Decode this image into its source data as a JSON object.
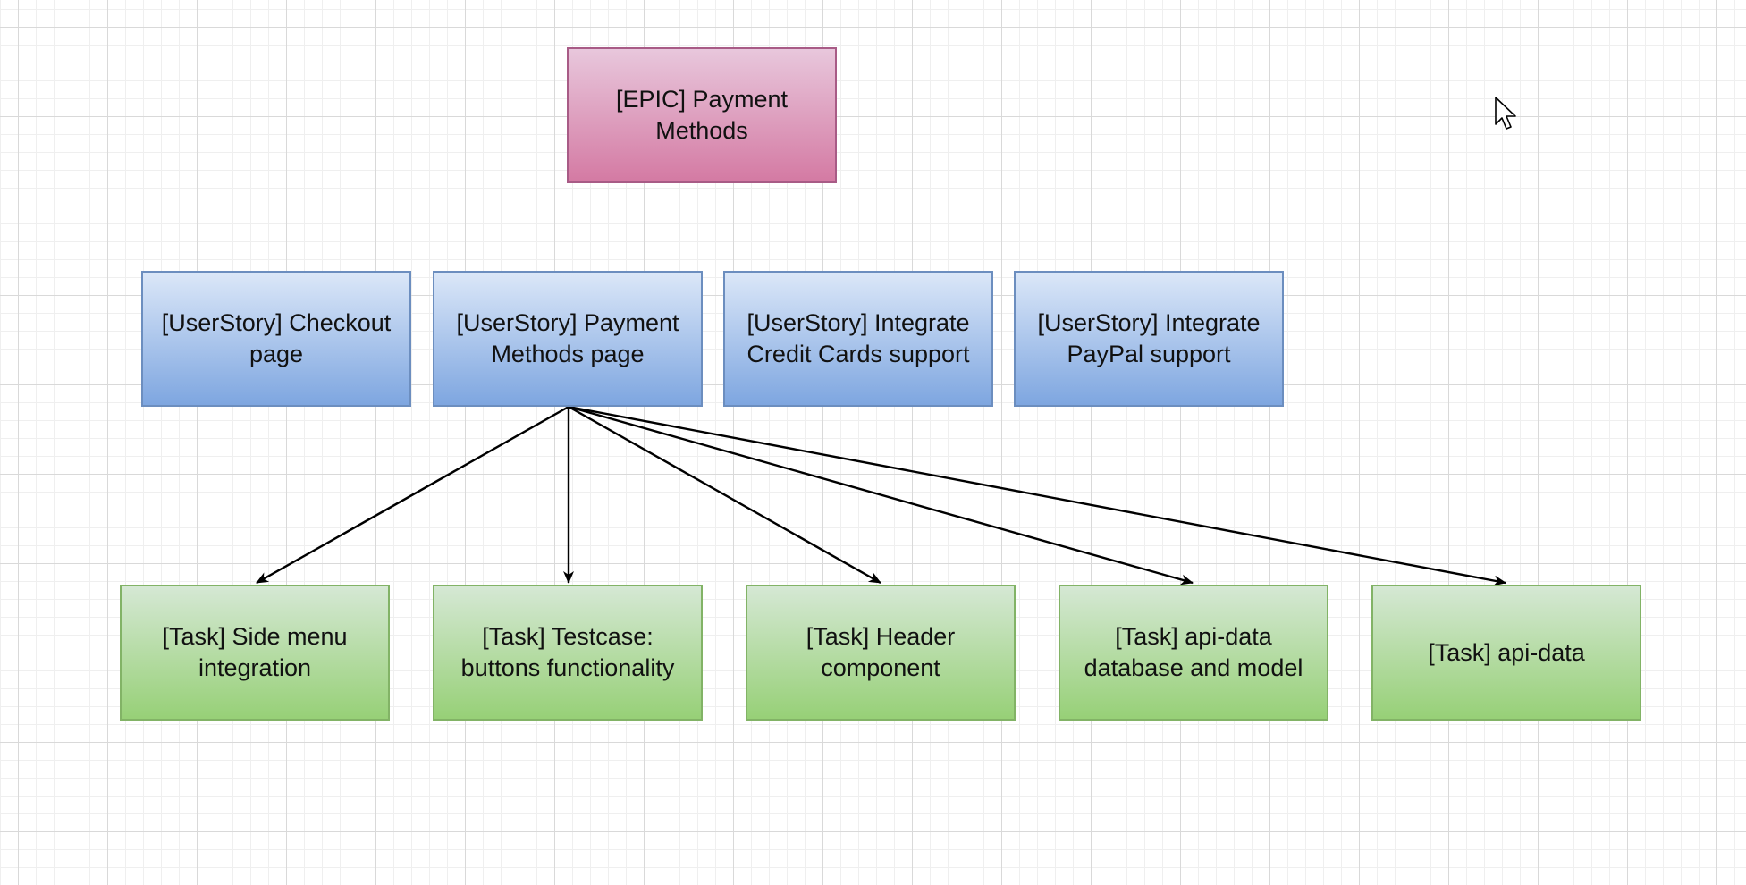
{
  "epic": {
    "label": "[EPIC] Payment Methods",
    "fill_top": "#e8c7dc",
    "fill_bottom": "#d47aa3",
    "stroke": "#a85b86"
  },
  "stories": [
    {
      "label": "[UserStory] Checkout page"
    },
    {
      "label": "[UserStory] Payment Methods page"
    },
    {
      "label": "[UserStory] Integrate Credit Cards support"
    },
    {
      "label": "[UserStory] Integrate PayPal support"
    }
  ],
  "tasks": [
    {
      "label": "[Task] Side menu integration"
    },
    {
      "label": "[Task] Testcase: buttons functionality"
    },
    {
      "label": "[Task] Header component"
    },
    {
      "label": "[Task] api-data database and model"
    },
    {
      "label": "[Task] api-data"
    }
  ],
  "edges": [
    {
      "from": "story-payment-methods-page",
      "to": "task-side-menu-integration"
    },
    {
      "from": "story-payment-methods-page",
      "to": "task-testcase-buttons-functionality"
    },
    {
      "from": "story-payment-methods-page",
      "to": "task-header-component"
    },
    {
      "from": "story-payment-methods-page",
      "to": "task-api-data-database-and-model"
    },
    {
      "from": "story-payment-methods-page",
      "to": "task-api-data"
    }
  ],
  "colors": {
    "story_fill_top": "#dbe7f8",
    "story_fill_bottom": "#7ea6e0",
    "story_stroke": "#6c8ebf",
    "task_fill_top": "#d5e8d4",
    "task_fill_bottom": "#97d077",
    "task_stroke": "#82b366",
    "edge": "#000000"
  },
  "cursor": {
    "icon": "mouse-pointer-icon"
  }
}
